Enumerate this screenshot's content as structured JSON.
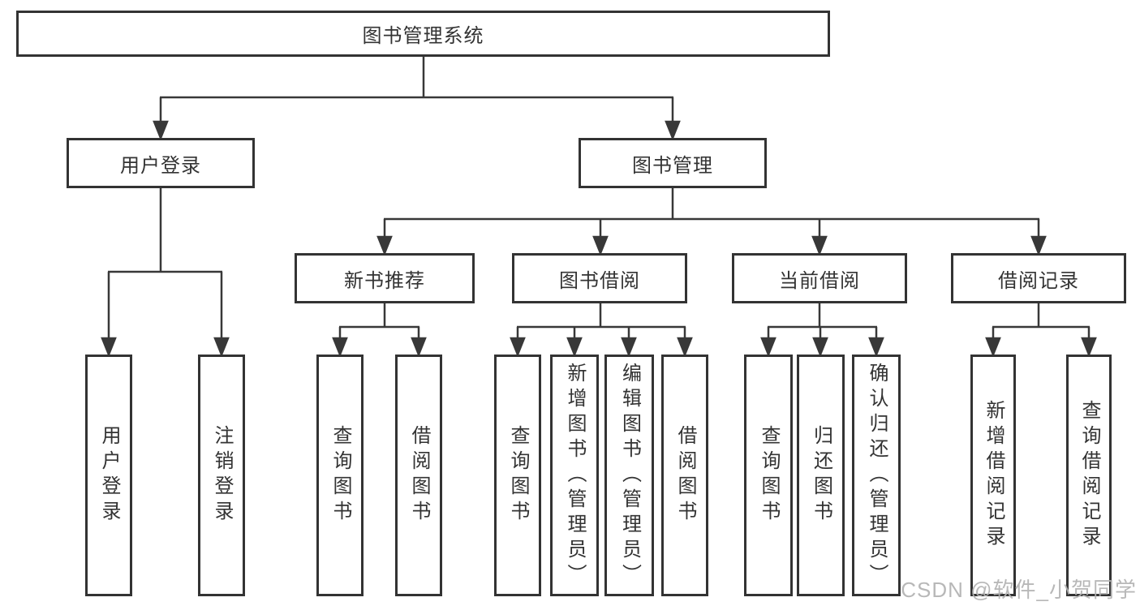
{
  "diagram_title": "图书管理系统",
  "nodes": {
    "root": {
      "label": "图书管理系统"
    },
    "user_login_branch": {
      "label": "用户登录"
    },
    "book_management": {
      "label": "图书管理"
    },
    "new_book_recommend": {
      "label": "新书推荐"
    },
    "book_borrowing": {
      "label": "图书借阅"
    },
    "current_borrowing": {
      "label": "当前借阅"
    },
    "borrowing_records": {
      "label": "借阅记录"
    },
    "user_login_leaf": {
      "label": "用户登录"
    },
    "logout_leaf": {
      "label": "注销登录"
    },
    "nbr_query_books": {
      "label": "查询图书"
    },
    "nbr_borrow_books": {
      "label": "借阅图书"
    },
    "bb_query_books": {
      "label": "查询图书"
    },
    "bb_add_books": {
      "label": "新增图书（管理员）"
    },
    "bb_edit_books": {
      "label": "编辑图书（管理员）"
    },
    "bb_borrow_books": {
      "label": "借阅图书"
    },
    "cb_query_books": {
      "label": "查询图书"
    },
    "cb_return_books": {
      "label": "归还图书"
    },
    "cb_confirm_return": {
      "label": "确认归还（管理员）"
    },
    "br_add_record": {
      "label": "新增借阅记录"
    },
    "br_query_record": {
      "label": "查询借阅记录"
    }
  },
  "hierarchy": {
    "图书管理系统": {
      "用户登录": [
        "用户登录",
        "注销登录"
      ],
      "图书管理": {
        "新书推荐": [
          "查询图书",
          "借阅图书"
        ],
        "图书借阅": [
          "查询图书",
          "新增图书（管理员）",
          "编辑图书（管理员）",
          "借阅图书"
        ],
        "当前借阅": [
          "查询图书",
          "归还图书",
          "确认归还（管理员）"
        ],
        "借阅记录": [
          "新增借阅记录",
          "查询借阅记录"
        ]
      }
    }
  },
  "watermark": {
    "text": "CSDN @软件_小贺同学",
    "color": "#b2b2b2"
  },
  "colors": {
    "background": "#ffffff",
    "box_border": "#333333",
    "connector": "#383838",
    "text": "#333333"
  }
}
